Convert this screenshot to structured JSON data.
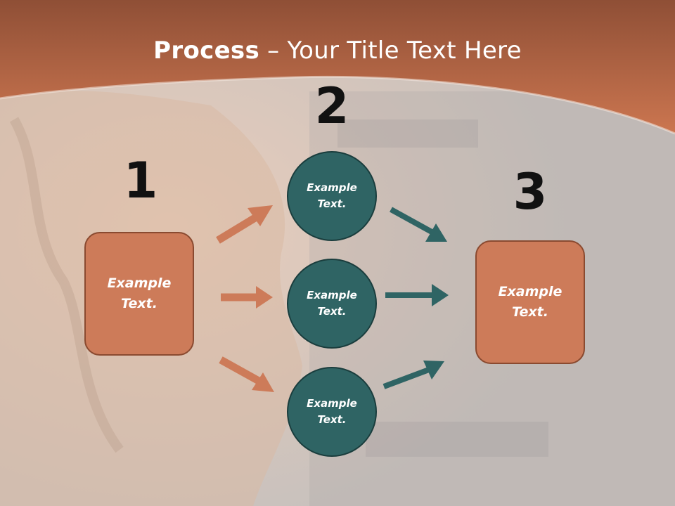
{
  "slide": {
    "title_bold": "Process",
    "title_rest": " – Your Title Text Here"
  },
  "steps": {
    "one": "1",
    "two": "2",
    "three": "3"
  },
  "nodes": {
    "left_box": "Example Text.",
    "circle_top": "Example Text.",
    "circle_middle": "Example Text.",
    "circle_bottom": "Example Text.",
    "right_box": "Example Text."
  },
  "colors": {
    "banner": "#c2714d",
    "box": "#cd7b59",
    "circle": "#2f6464",
    "arrow_orange": "#cd7b59",
    "arrow_teal": "#2f6464"
  }
}
